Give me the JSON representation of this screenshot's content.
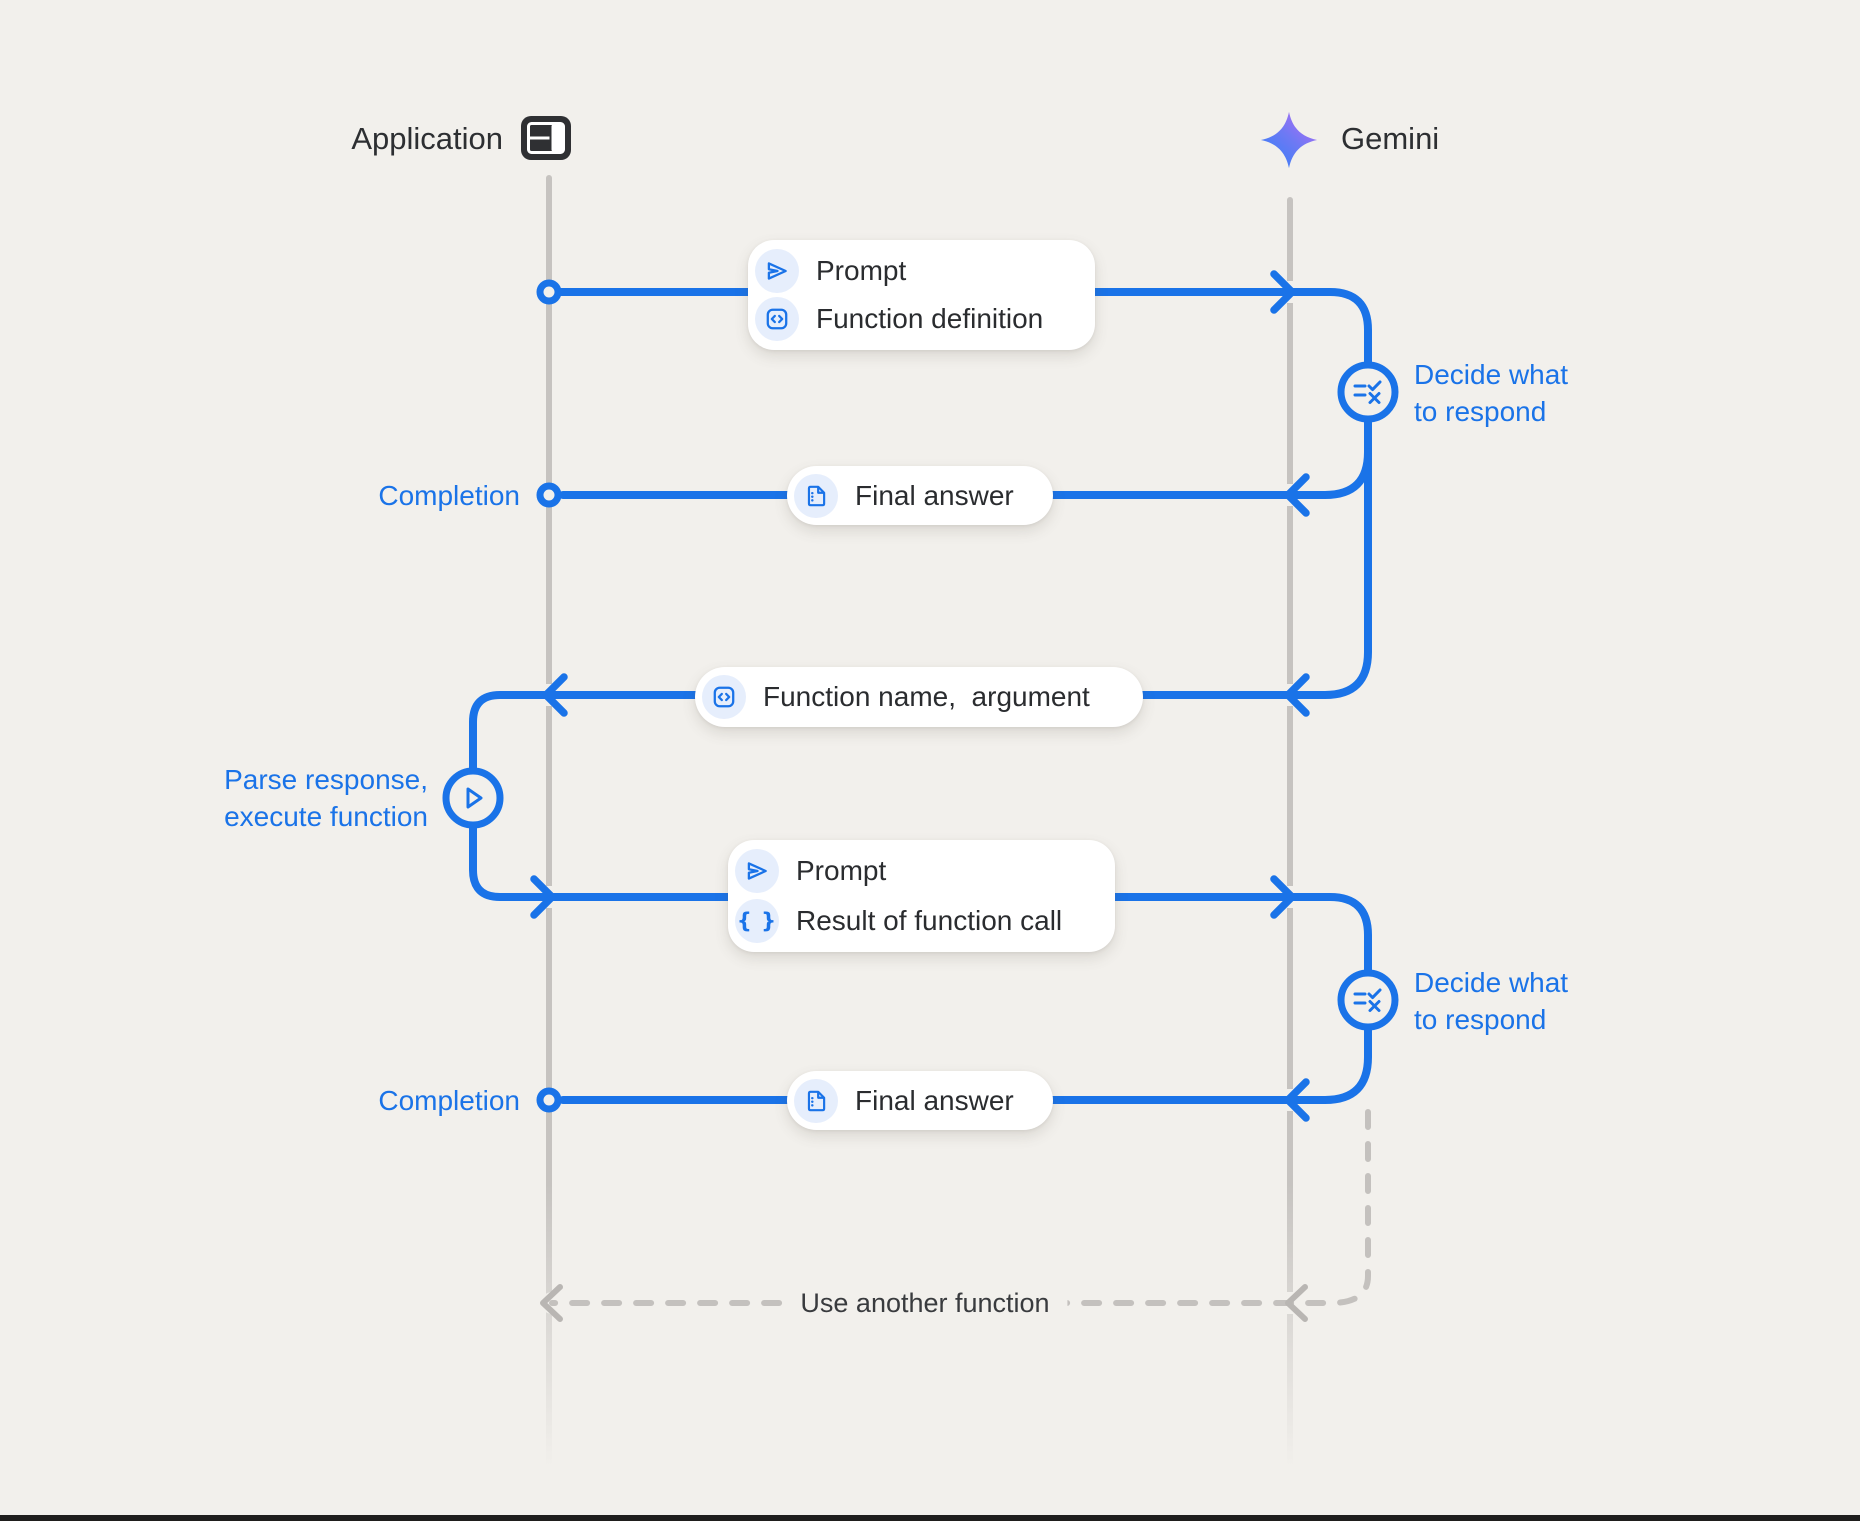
{
  "page": {
    "background": "#f2f0ec",
    "bottom_bar_color": "#1f1e1d"
  },
  "palette": {
    "accent_blue": "#1a73e8",
    "lifeline_gray": "#c6c3c0",
    "dashed_gray": "#c4c1be",
    "icon_circle_bg": "#e6eefc",
    "dark_text": "#2a2c2f"
  },
  "actors": {
    "application": {
      "label": "Application",
      "icon": "app-window-icon"
    },
    "gemini": {
      "label": "Gemini",
      "icon": "gemini-sparkle-icon"
    }
  },
  "boxes": {
    "prompt_function_definition": {
      "row1": {
        "icon": "send-icon",
        "label": "Prompt"
      },
      "row2": {
        "icon": "code-icon",
        "label": "Function definition"
      }
    },
    "final_answer_first": {
      "icon": "document-icon",
      "label": "Final answer"
    },
    "function_name_argument": {
      "icon": "code-icon",
      "label": "Function name,  argument"
    },
    "prompt_result": {
      "row1": {
        "icon": "send-icon",
        "label": "Prompt"
      },
      "row2": {
        "icon": "braces-icon",
        "label": "Result of function call"
      }
    },
    "final_answer_second": {
      "icon": "document-icon",
      "label": "Final answer"
    }
  },
  "labels": {
    "completion_first": "Completion",
    "completion_second": "Completion",
    "decide_first": "Decide what to respond",
    "decide_second": "Decide what to respond",
    "parse_execute": "Parse response, execute function",
    "use_another_function": "Use another function"
  },
  "icon_glyphs": {
    "data_object": "{ }"
  },
  "nodes": {
    "decide_icon": "rule-checklist-icon",
    "parse_icon": "play-icon",
    "start_end_marker": "open-circle"
  }
}
